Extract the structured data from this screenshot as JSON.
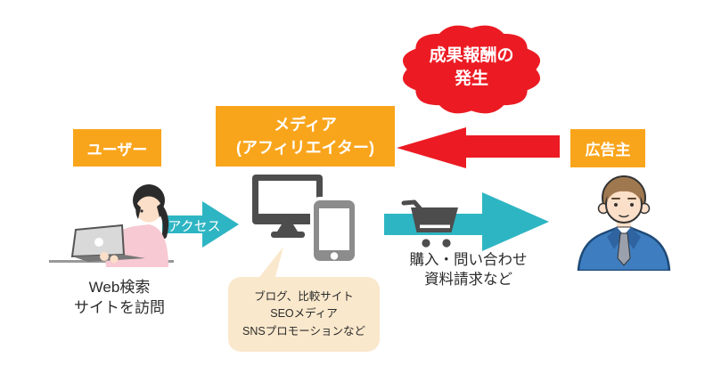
{
  "colors": {
    "orange": "#F9A51C",
    "red": "#EC1B23",
    "teal": "#2EB5C3",
    "beige": "#FAE8CC",
    "icon_dark": "#4D4D4D",
    "icon_gray": "#8C8C8C",
    "text": "#2B2B2B",
    "white": "#FFFFFF"
  },
  "badge": {
    "line1": "成果報酬の",
    "line2": "発生"
  },
  "nodes": {
    "user": {
      "label": "ユーザー"
    },
    "media": {
      "line1": "メディア",
      "line2": "(アフィリエイター)"
    },
    "advertiser": {
      "label": "広告主"
    }
  },
  "arrows": {
    "access": {
      "label": "アクセス"
    },
    "conversion": {
      "line1": "購入・問い合わせ",
      "line2": "資料請求など"
    }
  },
  "captions": {
    "user_behavior": {
      "line1": "Web検索",
      "line2": "サイトを訪問"
    }
  },
  "callout": {
    "line1": "ブログ、比較サイト",
    "line2": "SEOメディア",
    "line3": "SNSプロモーションなど"
  },
  "icons": {
    "woman": "woman-at-laptop-illustration",
    "devices": "desktop-and-smartphone-icon",
    "cart": "shopping-cart-icon",
    "man": "businessman-illustration"
  }
}
